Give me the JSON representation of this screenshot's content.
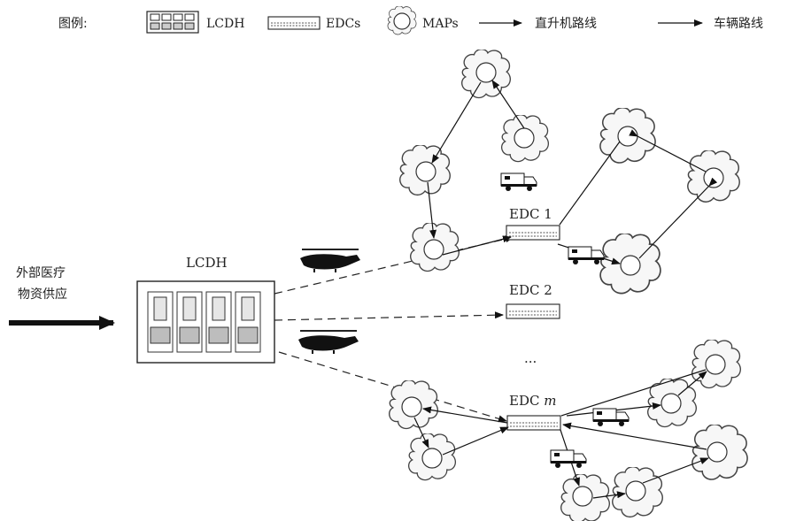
{
  "legend": {
    "title": "图例:",
    "lcdh": "LCDH",
    "edcs": "EDCs",
    "maps": "MAPs",
    "helicopter_route": "直升机路线",
    "vehicle_route": "车辆路线"
  },
  "supply_label_line1": "外部医疗",
  "supply_label_line2": "物资供应",
  "lcdh_label": "LCDH",
  "edc1_label": "EDC 1",
  "edc2_label": "EDC 2",
  "edcm_label": "EDC ",
  "edcm_index": "m",
  "ellipsis": "..."
}
